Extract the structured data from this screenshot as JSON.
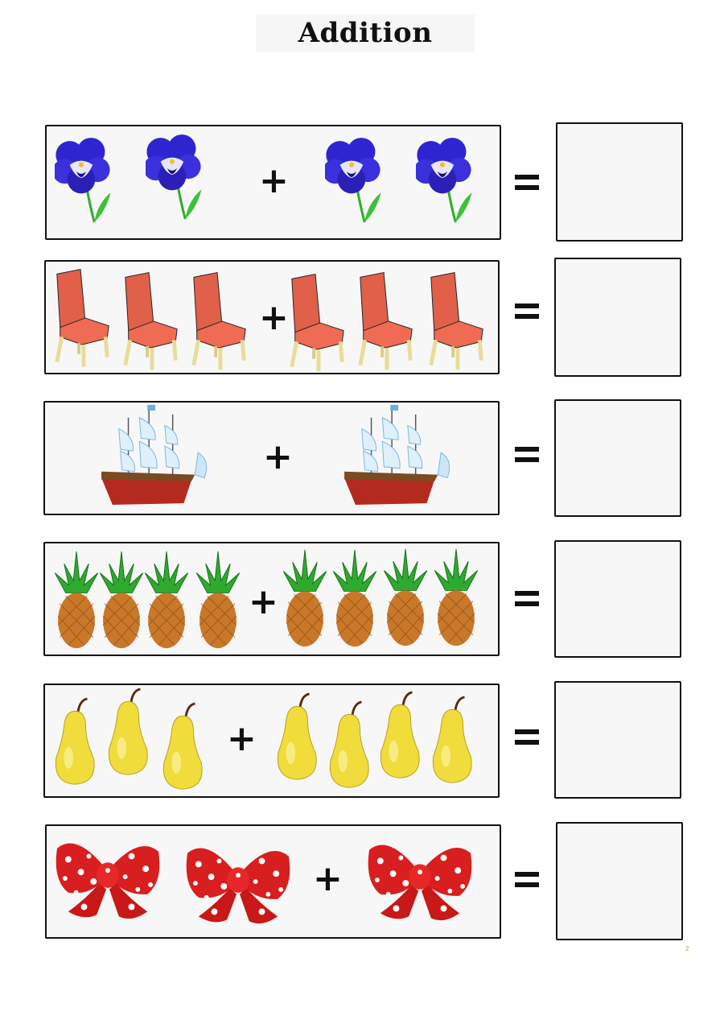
{
  "title": "Addition",
  "operators": {
    "plus": "+",
    "equals": "="
  },
  "problems": [
    {
      "object": "pansy flower",
      "left_count": 2,
      "right_count": 2,
      "answer": ""
    },
    {
      "object": "chair",
      "left_count": 3,
      "right_count": 3,
      "answer": ""
    },
    {
      "object": "sailing ship",
      "left_count": 1,
      "right_count": 1,
      "answer": ""
    },
    {
      "object": "pineapple",
      "left_count": 4,
      "right_count": 4,
      "answer": ""
    },
    {
      "object": "pear",
      "left_count": 3,
      "right_count": 4,
      "answer": ""
    },
    {
      "object": "red polka-dot bow",
      "left_count": 2,
      "right_count": 1,
      "answer": ""
    }
  ],
  "colors": {
    "border": "#111111",
    "box_bg": "#f7f7f7",
    "flower": "#2b22c8",
    "chair": "#e0604a",
    "ship_hull": "#b52a1f",
    "pineapple": "#c9782a",
    "leaf": "#2eaa2e",
    "pear": "#f0dc3a",
    "bow": "#d81e1e"
  },
  "footer_mark": "2"
}
